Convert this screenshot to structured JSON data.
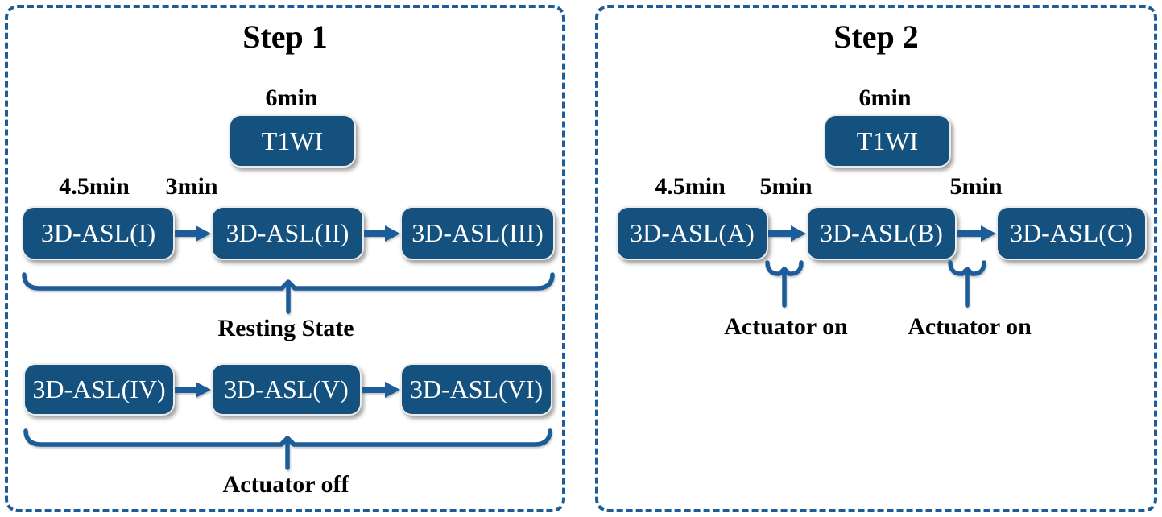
{
  "colors": {
    "accent": "#1b5c99",
    "box_fill": "#14517e",
    "box_text": "#ffffff",
    "panel_border": "#1d5c97",
    "label_text": "#000000",
    "background": "#ffffff"
  },
  "step1": {
    "title": "Step 1",
    "t1wi_duration": "6min",
    "t1wi_label": "T1WI",
    "scan_duration": "4.5min",
    "interval": "3min",
    "row1_boxes": [
      "3D-ASL(I)",
      "3D-ASL(II)",
      "3D-ASL(III)"
    ],
    "row1_brace_label": "Resting State",
    "row2_boxes": [
      "3D-ASL(IV)",
      "3D-ASL(V)",
      "3D-ASL(VI)"
    ],
    "row2_brace_label": "Actuator off"
  },
  "step2": {
    "title": "Step 2",
    "t1wi_duration": "6min",
    "t1wi_label": "T1WI",
    "scan_duration": "4.5min",
    "interval1": "5min",
    "interval2": "5min",
    "boxes": [
      "3D-ASL(A)",
      "3D-ASL(B)",
      "3D-ASL(C)"
    ],
    "brace1_label": "Actuator on",
    "brace2_label": "Actuator on"
  }
}
